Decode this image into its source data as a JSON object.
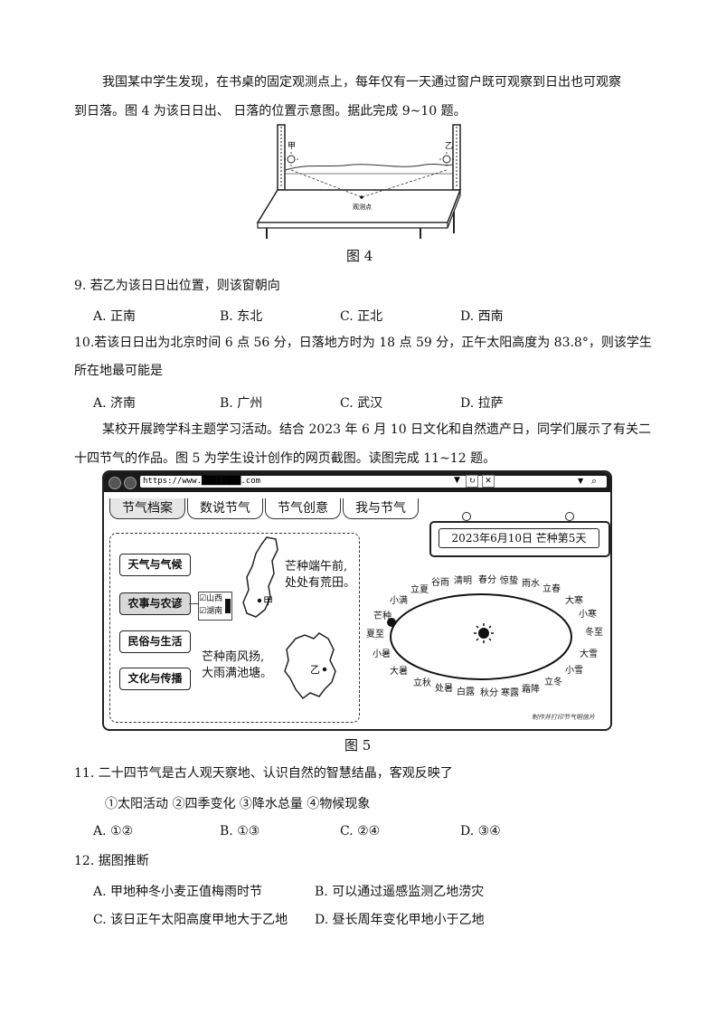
{
  "intro1": {
    "line1": "我国某中学生发现，在书桌的固定观测点上，每年仅有一天通过窗户既可观察到日出也可观察",
    "line2": "到日落。图 4 为该日日出、 日落的位置示意图。据此完成 9~10 题。"
  },
  "fig4": {
    "label_jia": "甲",
    "label_yi": "乙",
    "point_label": "观测点",
    "caption": "图 4"
  },
  "q9": {
    "stem": "9. 若乙为该日日出位置，则该窗朝向",
    "options": [
      "A. 正南",
      "B. 东北",
      "C. 正北",
      "D. 西南"
    ]
  },
  "q10": {
    "stem_line1": "10.若该日日出为北京时间 6 点 56 分，日落地方时为 18 点 59 分，正午太阳高度为 83.8°，则该学生",
    "stem_line2": "所在地最可能是",
    "options": [
      "A. 济南",
      "B. 广州",
      "C. 武汉",
      "D. 拉萨"
    ]
  },
  "intro2": {
    "line1": "某校开展跨学科主题学习活动。结合 2023 年 6 月 10 日文化和自然遗产日，同学们展示了有关二",
    "line2": "十四节气的作品。图 5 为学生设计创作的网页截图。读图完成 11~12 题。"
  },
  "fig5": {
    "url": "https://www.████████.com",
    "tabs": [
      "节气档案",
      "数说节气",
      "节气创意",
      "我与节气"
    ],
    "side_buttons": [
      "天气与气候",
      "农事与农谚",
      "民俗与生活",
      "文化与传播"
    ],
    "checkboxes": [
      "☑山西",
      "☑湖南"
    ],
    "proverb1_line1": "芒种端午前,",
    "proverb1_line2": "处处有荒田。",
    "proverb2_line1": "芒种南风扬,",
    "proverb2_line2": "大雨满池塘。",
    "map_label_jia": "甲",
    "map_label_yi": "乙",
    "date_board": "2023年6月10日  芒种第5天",
    "solar_terms": [
      "立夏",
      "谷雨",
      "清明",
      "春分",
      "惊蛰",
      "雨水",
      "立春",
      "大寒",
      "小寒",
      "冬至",
      "大雪",
      "小雪",
      "立冬",
      "霜降",
      "寒露",
      "秋分",
      "白露",
      "处暑",
      "立秋",
      "大暑",
      "小暑",
      "夏至",
      "芒种",
      "小满"
    ],
    "footer": "制作并打印节气明信片",
    "caption": "图 5"
  },
  "q11": {
    "stem": "11. 二十四节气是古人观天察地、认识自然的智慧结晶，客观反映了",
    "items": "①太阳活动 ②四季变化 ③降水总量 ④物候现象",
    "options": [
      "A. ①②",
      "B. ①③",
      "C. ②④",
      "D. ③④"
    ]
  },
  "q12": {
    "stem": "12. 据图推断",
    "options": [
      "A. 甲地种冬小麦正值梅雨时节",
      "B. 可以通过遥感监测乙地涝灾",
      "C. 该日正午太阳高度甲地大于乙地",
      "D. 昼长周年变化甲地小于乙地"
    ]
  }
}
